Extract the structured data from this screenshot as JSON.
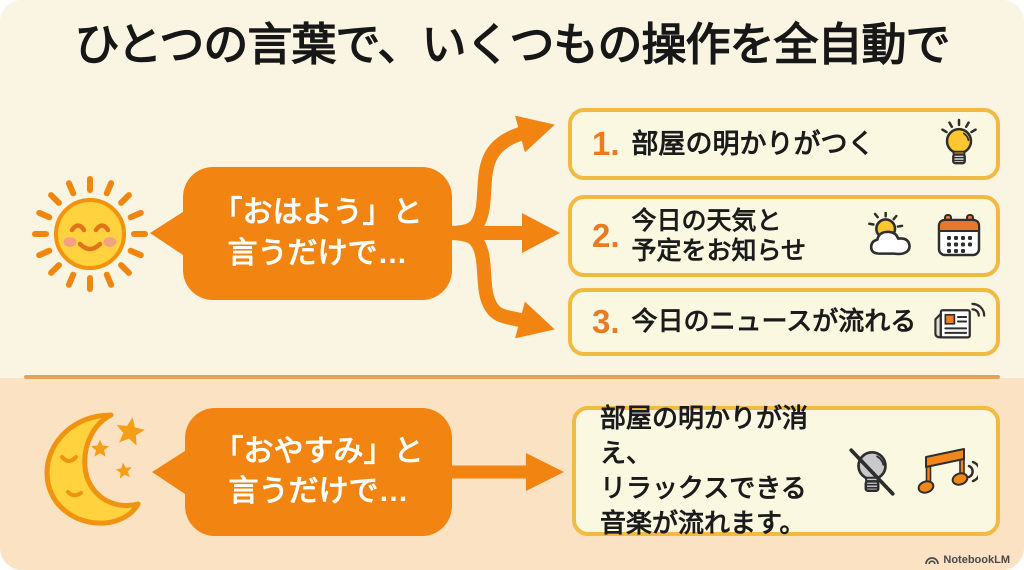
{
  "title": "ひとつの言葉で、いくつもの操作を全自動で",
  "colors": {
    "accent_orange": "#f28511",
    "box_border_gold": "#f2ba42",
    "box_fill": "#fbf8e2",
    "top_background": "#faf4e3",
    "bottom_background": "#fbe2c2",
    "number_orange": "#ed7a1f",
    "text_black": "#1b1b1b"
  },
  "morning": {
    "character_icon": "smiling-sun",
    "trigger_lines": [
      "「おはよう」と",
      "言うだけで…"
    ],
    "actions": [
      {
        "number": "1.",
        "lines": [
          "部屋の明かりがつく"
        ],
        "icons": [
          "lightbulb-on"
        ]
      },
      {
        "number": "2.",
        "lines": [
          "今日の天気と",
          "予定をお知らせ"
        ],
        "icons": [
          "sun-behind-cloud",
          "calendar"
        ]
      },
      {
        "number": "3.",
        "lines": [
          "今日のニュースが流れる"
        ],
        "icons": [
          "newspaper-broadcast"
        ]
      }
    ]
  },
  "night": {
    "character_icon": "sleeping-moon-stars",
    "trigger_lines": [
      "「おやすみ」と",
      "言うだけで…"
    ],
    "result_lines": [
      "部屋の明かりが消え、",
      "リラックスできる",
      "音楽が流れます。"
    ],
    "icons": [
      "lightbulb-off",
      "music-note-sound"
    ]
  },
  "watermark": {
    "label": "NotebookLM"
  }
}
